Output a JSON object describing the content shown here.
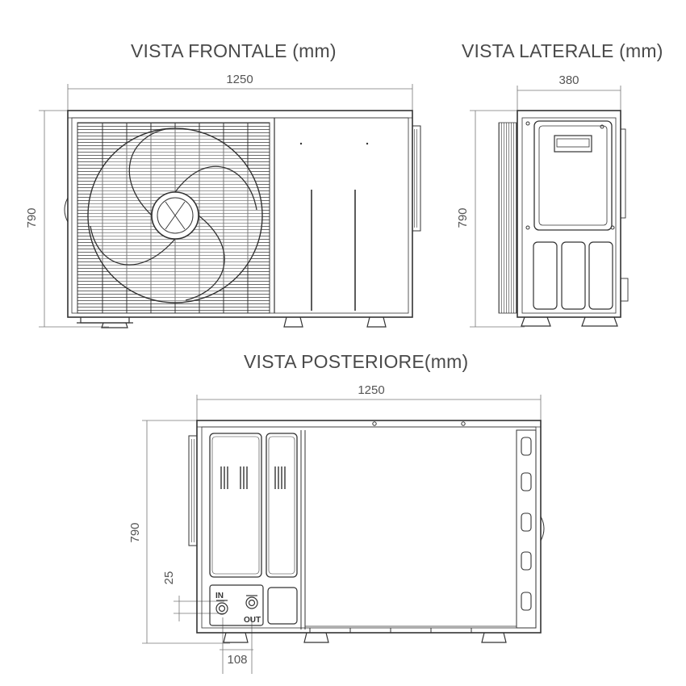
{
  "titles": {
    "front": "VISTA FRONTALE (mm)",
    "side": "VISTA LATERALE (mm)",
    "rear": "VISTA POSTERIORE(mm)"
  },
  "dimensions": {
    "front_width": "1250",
    "front_height": "790",
    "side_depth": "380",
    "side_height": "790",
    "rear_width": "1250",
    "rear_height": "790",
    "rear_offset_bottom": "25",
    "rear_offset_side": "108"
  },
  "labels": {
    "inlet": "IN",
    "outlet": "OUT"
  }
}
